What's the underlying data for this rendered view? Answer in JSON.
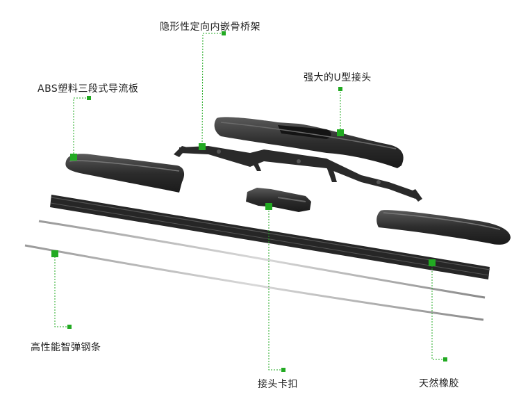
{
  "labels": {
    "bridge": "隐形性定向内嵌骨桥架",
    "abs_spoiler": "ABS塑料三段式导流板",
    "u_joint": "强大的U型接头",
    "steel_strip": "高性能智弹钢条",
    "clip": "接头卡扣",
    "rubber": "天然橡胶"
  },
  "colors": {
    "callout": "#22aa22",
    "part": "#2b2b2b",
    "label_text": "#222222"
  }
}
